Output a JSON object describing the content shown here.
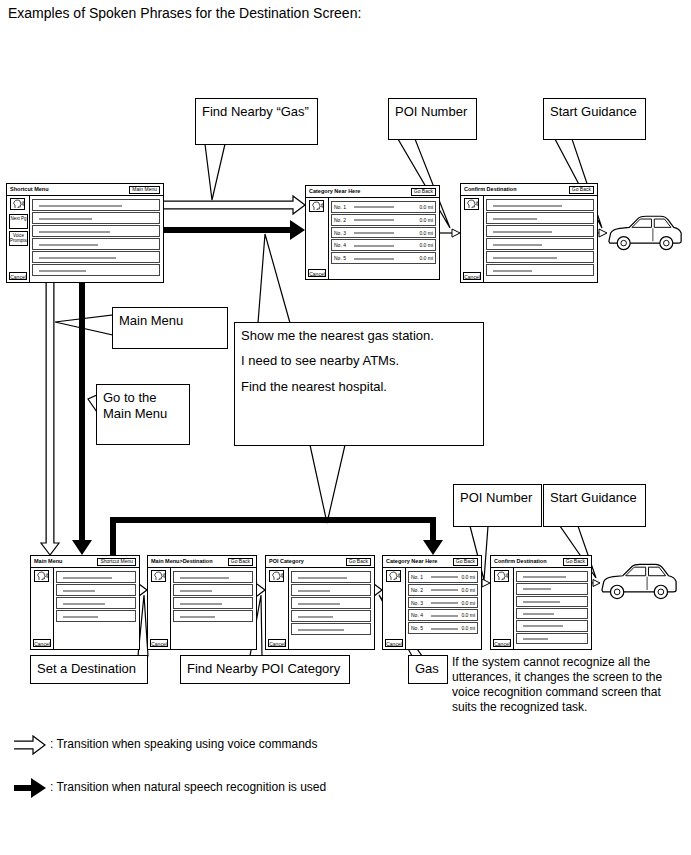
{
  "diagram": {
    "title": "Examples of Spoken Phrases for the Destination Screen:",
    "nodes": [
      {
        "text": [
          "Find Nearby “Gas”"
        ]
      },
      {
        "text": [
          "POI Number"
        ]
      },
      {
        "text": [
          "Start Guidance"
        ]
      },
      {
        "text": [
          "Shortcut Menu",
          "Main Menu",
          "Next Pg",
          "Voice Prompts",
          "Cancel"
        ]
      },
      {
        "text": [
          "Category Near Here",
          "Go Back",
          "No. 1",
          "0.0 mi",
          "No. 2",
          "0.0 mi",
          "No. 3",
          "0.0 mi",
          "No. 4",
          "0.0 mi",
          "No. 5",
          "0.0 mi",
          "Cancel"
        ]
      },
      {
        "text": [
          "Confirm Destination",
          "Go Back",
          "Cancel"
        ]
      },
      {
        "text": [
          "Main Menu"
        ]
      },
      {
        "text": [
          "Show me the nearest gas station.",
          "I need to see nearby ATMs.",
          "Find the nearest hospital."
        ]
      },
      {
        "text": [
          "Go to the Main Menu"
        ]
      },
      {
        "text": [
          "POI Number"
        ]
      },
      {
        "text": [
          "Start Guidance"
        ]
      },
      {
        "text": [
          "Main Menu",
          "Shortcut Menu",
          "Cancel"
        ]
      },
      {
        "text": [
          "Main Menu>Destination",
          "Go Back",
          "Cancel"
        ]
      },
      {
        "text": [
          "POI Category",
          "Go Back",
          "Cancel"
        ]
      },
      {
        "text": [
          "Category Near Here",
          "Go Back",
          "No. 1",
          "0.0 mi",
          "No. 2",
          "0.0 mi",
          "No. 3",
          "0.0 mi",
          "No. 4",
          "0.0 mi",
          "No. 5",
          "0.0 mi",
          "Cancel"
        ]
      },
      {
        "text": [
          "Confirm Destination",
          "Go Back",
          "Cancel"
        ]
      },
      {
        "text": [
          "Set a Destination"
        ]
      },
      {
        "text": [
          "Find Nearby POI Category"
        ]
      },
      {
        "text": [
          "Gas"
        ]
      }
    ],
    "edges": [
      {
        "from": 3,
        "to": 4,
        "arrow": "to"
      },
      {
        "from": 3,
        "to": 4,
        "arrow": "to"
      },
      {
        "from": 4,
        "to": 5,
        "arrow": "to"
      },
      {
        "from": 3,
        "to": 11,
        "arrow": "to"
      },
      {
        "from": 3,
        "to": 11,
        "arrow": "to"
      },
      {
        "from": 11,
        "to": 12,
        "arrow": "to"
      },
      {
        "from": 12,
        "to": 13,
        "arrow": "to"
      },
      {
        "from": 13,
        "to": 14,
        "arrow": "to"
      },
      {
        "from": 14,
        "to": 15,
        "arrow": "to"
      },
      {
        "from": 11,
        "to": 14,
        "arrow": "to"
      }
    ],
    "labels": [
      "If the system cannot recognize all the utterances, it changes the screen to the voice recognition command screen that suits the recognized task."
    ],
    "legend": [
      {
        "text": ": Transition when speaking using voice commands"
      },
      {
        "text": ": Transition when natural speech recognition is used"
      }
    ]
  }
}
